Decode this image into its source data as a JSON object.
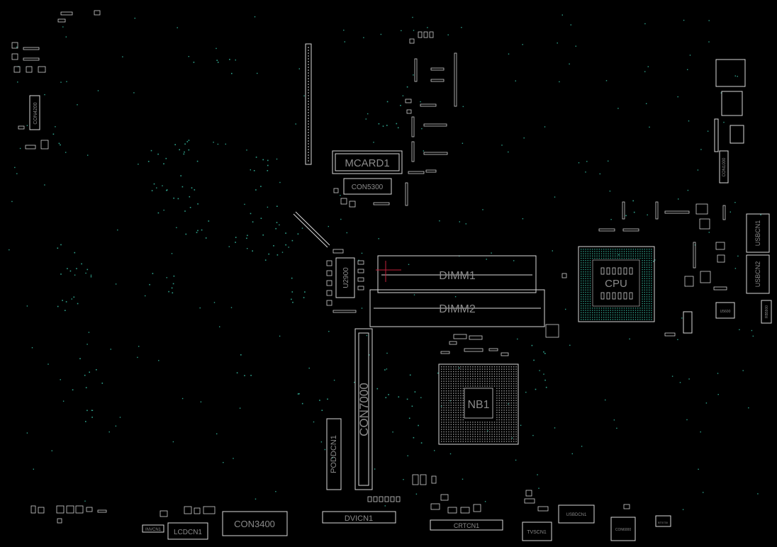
{
  "colors": {
    "background": "#000000",
    "outline": "#d8d8d8",
    "via": "#2fa08a",
    "label": "#8a8a8a",
    "marker": "#c0203a"
  },
  "labels": {
    "mcard1": "MCARD1",
    "con5300": "CON5300",
    "dimm1": "DIMM1",
    "dimm2": "DIMM2",
    "u2900": "U2900",
    "cpu": "CPU",
    "nb1": "NB1",
    "con7000": "CON7000",
    "poddcn1": "PODDCN1",
    "con3400": "CON3400",
    "lcdcn1": "LCDCN1",
    "dvicn1": "DVICN1",
    "crtcn1": "CRTCN1",
    "tvscn1": "TVSCN1",
    "usbcn1": "USBCN1",
    "usbcn2": "USBCN2",
    "usbdcn1": "USBDCN1",
    "con4200": "CON4200",
    "con6000": "CON6000",
    "u5600": "U5600",
    "invcn1": "INVCN1",
    "rb5900": "RB5900",
    "bt5730": "BT5730",
    "con1000": "CON1000"
  }
}
